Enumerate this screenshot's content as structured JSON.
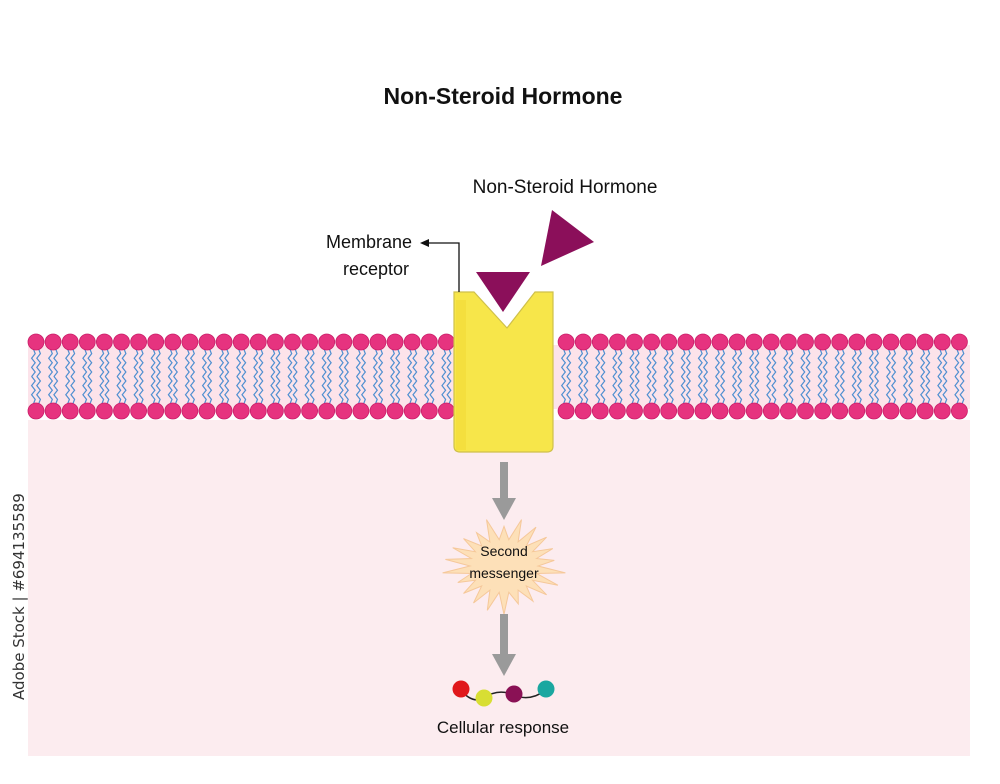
{
  "title": "Non-Steroid Hormone",
  "labels": {
    "hormone": "Non-Steroid Hormone",
    "receptor_line1": "Membrane",
    "receptor_line2": "receptor",
    "messenger_line1": "Second",
    "messenger_line2": "messenger",
    "response": "Cellular response"
  },
  "side_text": "Adobe Stock | #694135589",
  "colors": {
    "phospholipid_head": "#e6337f",
    "lipid_tail": "#4f8fd0",
    "cytoplasm": "#fcecef",
    "receptor": "#f7e64a",
    "hormone": "#8b0f5a",
    "messenger_burst": "#fde0b8",
    "arrow": "#9a9a9a",
    "response_beads": [
      "#e0181b",
      "#d8de33",
      "#8a1155",
      "#1aa7a0"
    ]
  }
}
